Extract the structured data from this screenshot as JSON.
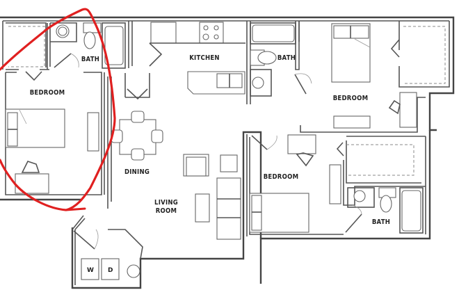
{
  "floor_plan": {
    "rooms": [
      {
        "id": "bedroom_1",
        "label": "BEDROOM"
      },
      {
        "id": "bath_1",
        "label": "BATH"
      },
      {
        "id": "kitchen",
        "label": "KITCHEN"
      },
      {
        "id": "bath_2",
        "label": "BATH"
      },
      {
        "id": "bedroom_2",
        "label": "BEDROOM"
      },
      {
        "id": "dining",
        "label": "DINING"
      },
      {
        "id": "living_room",
        "label": "LIVING\nROOM"
      },
      {
        "id": "bedroom_3",
        "label": "BEDROOM"
      },
      {
        "id": "bath_3",
        "label": "BATH"
      }
    ],
    "appliances": {
      "washer": "W",
      "dryer": "D"
    },
    "annotation": {
      "type": "hand-drawn circle",
      "color": "#e02020",
      "encloses": "bedroom_1"
    },
    "colors": {
      "walls": "#555555",
      "background": "#ffffff"
    }
  }
}
